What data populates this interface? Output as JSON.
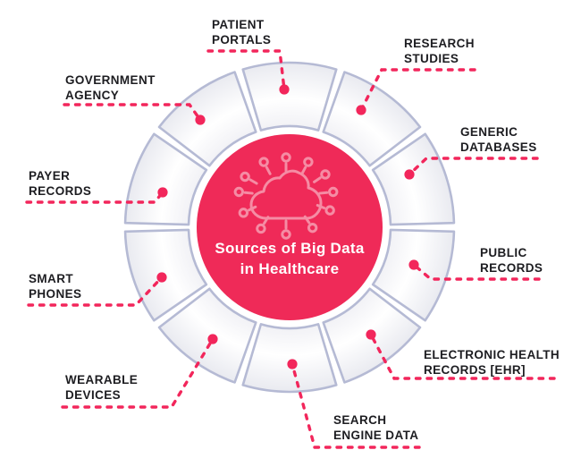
{
  "title": {
    "line1": "Sources of Big Data",
    "line2": "in Healthcare"
  },
  "center_icon": "connected-cloud-icon",
  "sources": [
    {
      "id": "patient-portals",
      "line1": "PATIENT",
      "line2": "PORTALS"
    },
    {
      "id": "research-studies",
      "line1": "RESEARCH",
      "line2": "STUDIES"
    },
    {
      "id": "generic-databases",
      "line1": "GENERIC",
      "line2": "DATABASES"
    },
    {
      "id": "public-records",
      "line1": "PUBLIC",
      "line2": "RECORDS"
    },
    {
      "id": "electronic-health-records",
      "line1": "ELECTRONIC HEALTH",
      "line2": "RECORDS [EHR]"
    },
    {
      "id": "search-engine-data",
      "line1": "SEARCH",
      "line2": "ENGINE DATA"
    },
    {
      "id": "wearable-devices",
      "line1": "WEARABLE",
      "line2": "DEVICES"
    },
    {
      "id": "smart-phones",
      "line1": "SMART",
      "line2": "PHONES"
    },
    {
      "id": "payer-records",
      "line1": "PAYER",
      "line2": "RECORDS"
    },
    {
      "id": "government-agency",
      "line1": "GOVERNMENT",
      "line2": "AGENCY"
    }
  ],
  "colors": {
    "accent": "#EF2A58",
    "connector": "#F2265B",
    "segment_border": "#B5BAD4",
    "icon_stroke": "#F58CA4",
    "label_text": "#1D1D21",
    "title_text": "#FFFFFF"
  }
}
